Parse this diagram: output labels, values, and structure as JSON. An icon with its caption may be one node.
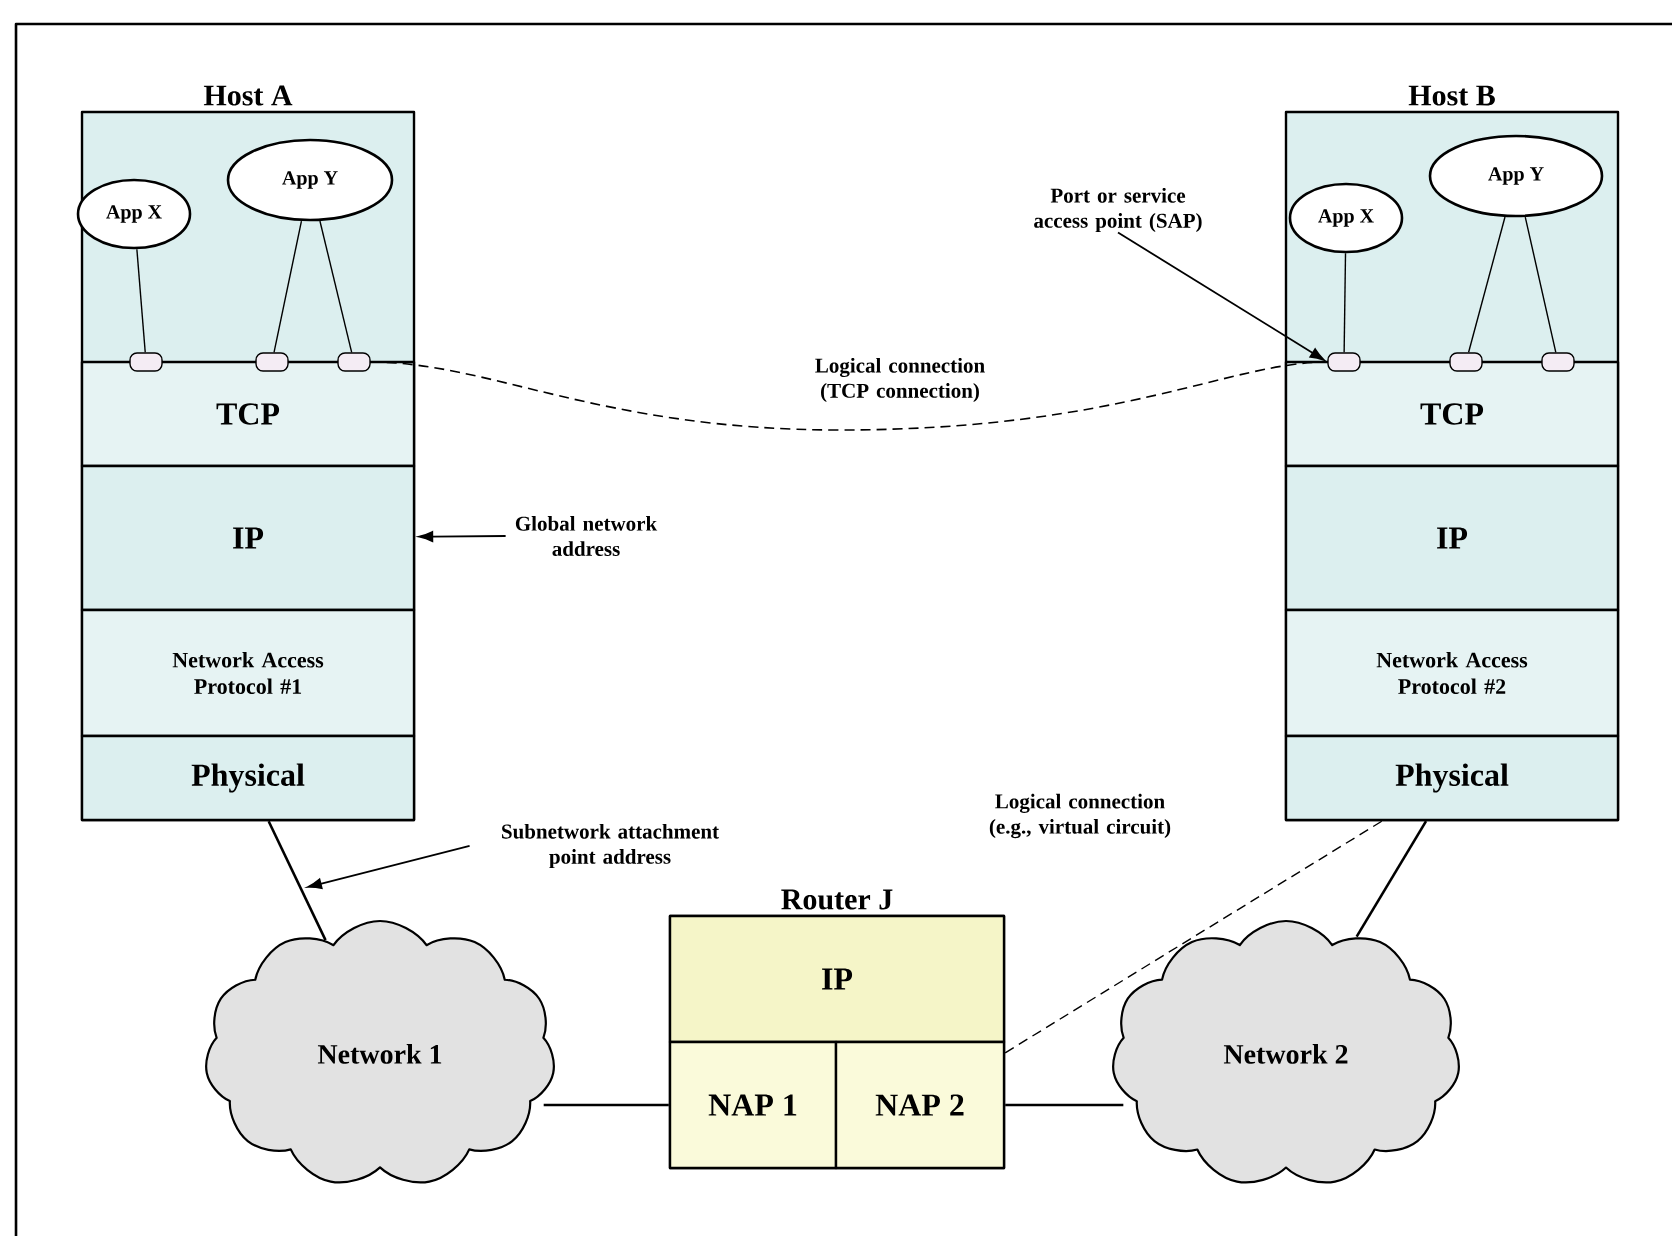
{
  "diagram": {
    "nodes": [
      {
        "text": [
          "Host A"
        ]
      },
      {
        "text": [
          "App X"
        ],
        "in": 0
      },
      {
        "text": [
          "App Y"
        ],
        "in": 0
      },
      {
        "text": [],
        "shape": "box",
        "in": 0
      },
      {
        "text": [],
        "shape": "box",
        "in": 0
      },
      {
        "text": [],
        "shape": "box",
        "in": 0
      },
      {
        "text": [
          "TCP"
        ],
        "in": 0
      },
      {
        "text": [
          "IP"
        ],
        "in": 0
      },
      {
        "text": [
          "Network Access Protocol #1"
        ],
        "in": 0
      },
      {
        "text": [
          "Physical"
        ],
        "in": 0
      },
      {
        "text": [
          "Host B"
        ]
      },
      {
        "text": [
          "App X"
        ],
        "in": 10
      },
      {
        "text": [
          "App Y"
        ],
        "in": 10
      },
      {
        "text": [],
        "shape": "box",
        "in": 10
      },
      {
        "text": [],
        "shape": "box",
        "in": 10
      },
      {
        "text": [],
        "shape": "box",
        "in": 10
      },
      {
        "text": [
          "TCP"
        ],
        "in": 10
      },
      {
        "text": [
          "IP"
        ],
        "in": 10
      },
      {
        "text": [
          "Network Access Protocol #2"
        ],
        "in": 10
      },
      {
        "text": [
          "Physical"
        ],
        "in": 10
      },
      {
        "text": [
          "Router J"
        ]
      },
      {
        "text": [
          "IP"
        ],
        "in": 20
      },
      {
        "text": [
          "NAP 1"
        ],
        "in": 20
      },
      {
        "text": [
          "NAP 2"
        ],
        "in": 20
      },
      {
        "text": [
          "Network 1"
        ]
      },
      {
        "text": [
          "Network 2"
        ]
      },
      {
        "text": [
          "Global network address"
        ]
      },
      {
        "text": [
          "Port or service access point (SAP)"
        ]
      },
      {
        "text": [
          "Subnetwork attachment point address"
        ]
      }
    ],
    "edges": [
      {
        "from": 1,
        "to": 3,
        "arrow": "none"
      },
      {
        "from": 2,
        "to": 4,
        "arrow": "none"
      },
      {
        "from": 2,
        "to": 5,
        "arrow": "none"
      },
      {
        "from": 11,
        "to": 13,
        "arrow": "none"
      },
      {
        "from": 12,
        "to": 14,
        "arrow": "none"
      },
      {
        "from": 12,
        "to": 15,
        "arrow": "none"
      },
      {
        "from": 5,
        "to": 13,
        "arrow": "none",
        "style": "dashed",
        "label": "Logical connection (TCP connection)"
      },
      {
        "from": 26,
        "to": 7,
        "arrow": "to"
      },
      {
        "from": 27,
        "to": 13,
        "arrow": "to"
      },
      {
        "from": 28,
        "to": null,
        "arrow": "to"
      },
      {
        "from": 9,
        "to": 24,
        "arrow": "none"
      },
      {
        "from": 24,
        "to": 22,
        "arrow": "none"
      },
      {
        "from": 23,
        "to": 25,
        "arrow": "none"
      },
      {
        "from": 25,
        "to": 19,
        "arrow": "none"
      },
      {
        "from": 23,
        "to": 19,
        "arrow": "none",
        "style": "dashed",
        "label": "Logical connection (e.g., virtual circuit)"
      }
    ]
  }
}
